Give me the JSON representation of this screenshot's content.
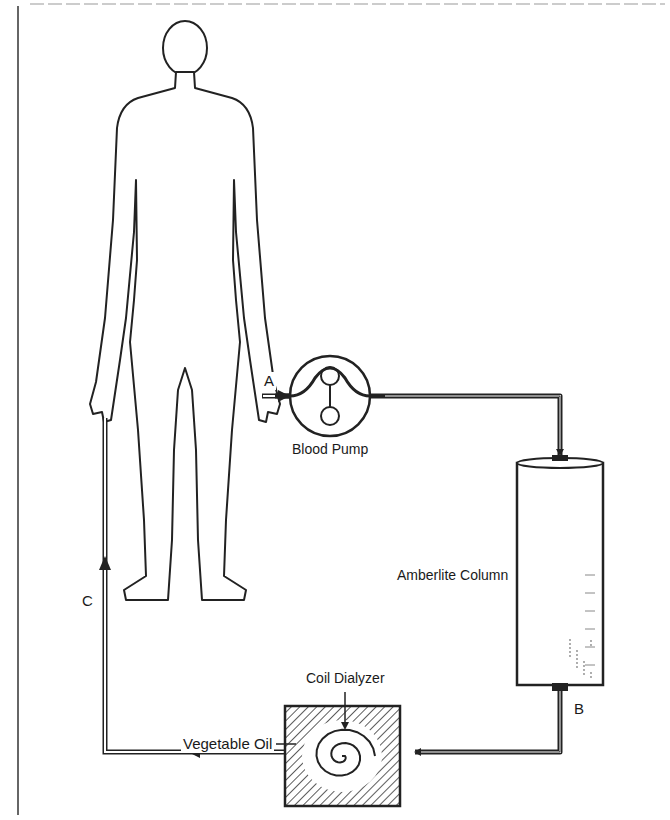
{
  "diagram": {
    "nodes": [
      {
        "text": [
          "Blood Pump"
        ]
      },
      {
        "text": [
          "Amberlite Column"
        ]
      },
      {
        "text": [
          "Coil Dialyzer"
        ]
      }
    ],
    "edges": [
      {
        "from": 0,
        "to": 1,
        "arrow": "to"
      },
      {
        "from": 1,
        "to": 2,
        "label": "B",
        "arrow": "to"
      }
    ],
    "labels": [
      "A",
      "C",
      "Vegetable Oil"
    ]
  }
}
